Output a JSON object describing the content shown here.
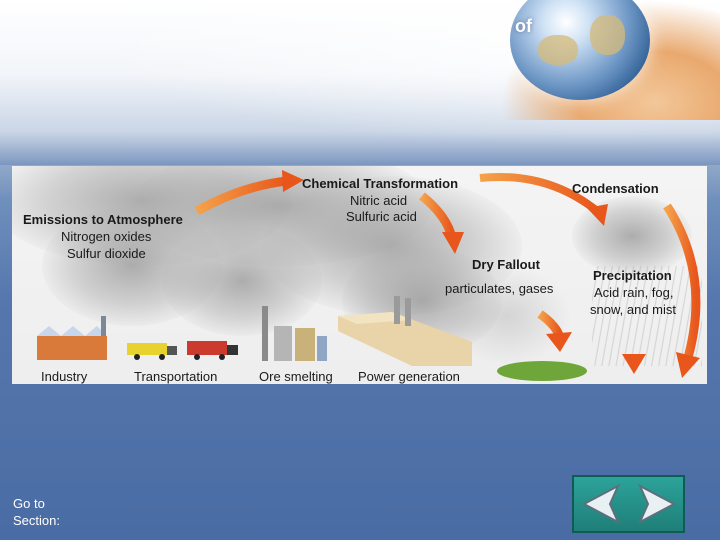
{
  "header": {
    "title_fragment": "of"
  },
  "diagram": {
    "chemical_transformation": {
      "heading": "Chemical Transformation",
      "lines": [
        "Nitric acid",
        "Sulfuric acid"
      ]
    },
    "condensation": {
      "heading": "Condensation"
    },
    "emissions": {
      "heading": "Emissions to Atmosphere",
      "lines": [
        "Nitrogen oxides",
        "Sulfur dioxide"
      ]
    },
    "dry_fallout": {
      "heading": "Dry Fallout",
      "line": "particulates, gases"
    },
    "precipitation": {
      "heading": "Precipitation",
      "lines": [
        "Acid rain, fog,",
        "snow, and mist"
      ]
    },
    "sources": [
      "Industry",
      "Transportation",
      "Ore smelting",
      "Power generation"
    ]
  },
  "footer": {
    "goto_lines": [
      "Go to",
      "Section:"
    ]
  },
  "nav": {
    "back_icon": "left-arrow-icon",
    "forward_icon": "right-arrow-icon"
  },
  "colors": {
    "arrow_orange": "#e8561b",
    "nav_teal": "#2ca39a",
    "background_blue": "#5577ad"
  }
}
